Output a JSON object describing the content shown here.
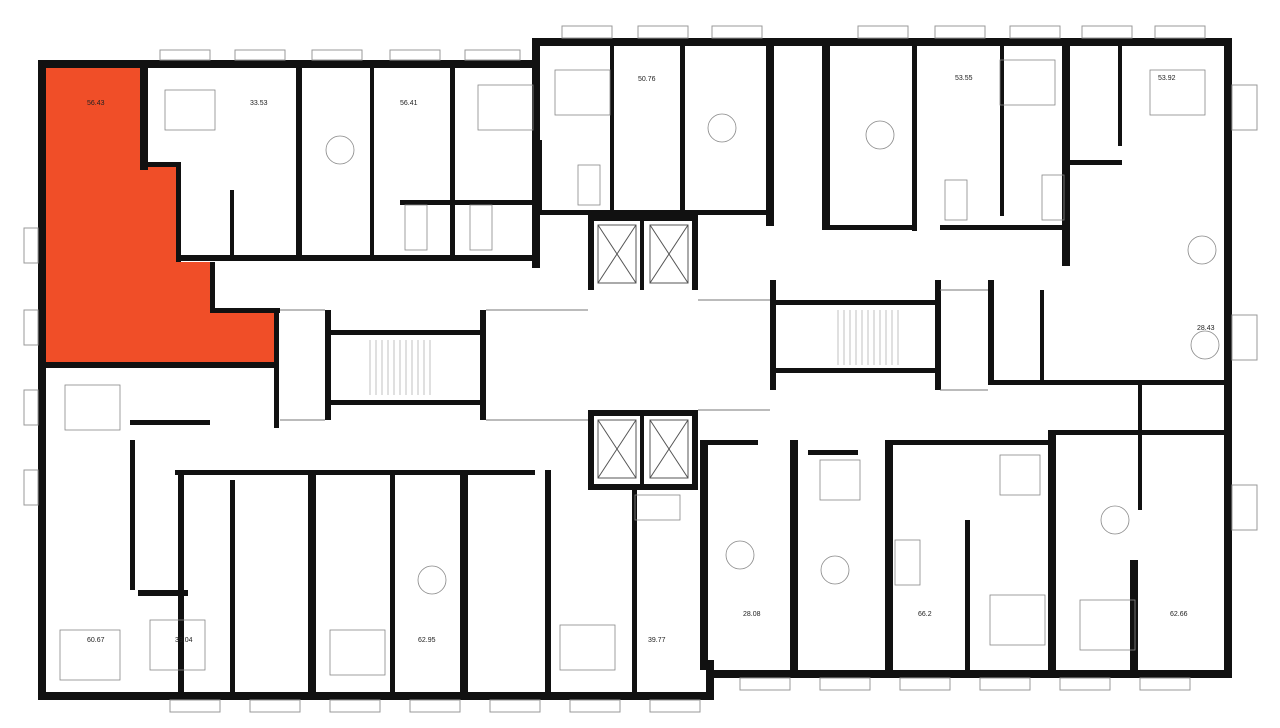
{
  "floor_plan": {
    "highlight_color": "#f04e28",
    "wall_color": "#111111",
    "apartments": [
      {
        "id": "apt-56-a",
        "area": "56.43",
        "highlighted": true
      },
      {
        "id": "apt-33-53",
        "area": "33.53",
        "highlighted": false
      },
      {
        "id": "apt-56-41",
        "area": "56.41",
        "highlighted": false
      },
      {
        "id": "apt-50-76",
        "area": "50.76",
        "highlighted": false
      },
      {
        "id": "apt-53-55",
        "area": "53.55",
        "highlighted": false
      },
      {
        "id": "apt-53-92",
        "area": "53.92",
        "highlighted": false
      },
      {
        "id": "apt-28-43",
        "area": "28.43",
        "highlighted": false
      },
      {
        "id": "apt-60-67",
        "area": "60.67",
        "highlighted": false
      },
      {
        "id": "apt-39-04",
        "area": "39.04",
        "highlighted": false
      },
      {
        "id": "apt-62-95",
        "area": "62.95",
        "highlighted": false
      },
      {
        "id": "apt-39-77",
        "area": "39.77",
        "highlighted": false
      },
      {
        "id": "apt-28-08",
        "area": "28.08",
        "highlighted": false
      },
      {
        "id": "apt-66-2",
        "area": "66.2",
        "highlighted": false
      },
      {
        "id": "apt-62-66",
        "area": "62.66",
        "highlighted": false
      }
    ]
  }
}
